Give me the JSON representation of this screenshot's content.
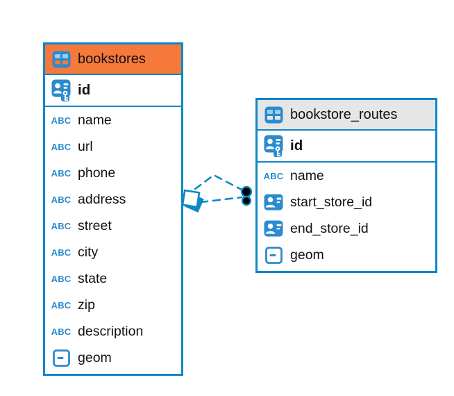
{
  "colors": {
    "accent_blue": "#0d87c7",
    "icon_blue": "#2b8bce",
    "bookstores_header": "#f5793b",
    "routes_header": "#e6e6e6",
    "canvas": "#ffffff",
    "text": "#111111",
    "relationship_dot_fill": "#000000"
  },
  "tables": [
    {
      "name": "bookstores",
      "header_style": "orange",
      "columns": [
        {
          "name": "id",
          "type_icon": "primary-key-icon",
          "primary": true
        },
        {
          "name": "name",
          "type_icon": "text-type-icon"
        },
        {
          "name": "url",
          "type_icon": "text-type-icon"
        },
        {
          "name": "phone",
          "type_icon": "text-type-icon"
        },
        {
          "name": "address",
          "type_icon": "text-type-icon"
        },
        {
          "name": "street",
          "type_icon": "text-type-icon"
        },
        {
          "name": "city",
          "type_icon": "text-type-icon"
        },
        {
          "name": "state",
          "type_icon": "text-type-icon"
        },
        {
          "name": "zip",
          "type_icon": "text-type-icon"
        },
        {
          "name": "description",
          "type_icon": "text-type-icon"
        },
        {
          "name": "geom",
          "type_icon": "geometry-type-icon"
        }
      ]
    },
    {
      "name": "bookstore_routes",
      "header_style": "gray",
      "columns": [
        {
          "name": "id",
          "type_icon": "primary-key-icon",
          "primary": true
        },
        {
          "name": "name",
          "type_icon": "text-type-icon"
        },
        {
          "name": "start_store_id",
          "type_icon": "ref-id-icon"
        },
        {
          "name": "end_store_id",
          "type_icon": "ref-id-icon"
        },
        {
          "name": "geom",
          "type_icon": "geometry-type-icon"
        }
      ]
    }
  ],
  "relationships": [
    {
      "from": "bookstores",
      "to": "bookstore_routes",
      "style": "dashed"
    },
    {
      "from": "bookstores",
      "to": "bookstore_routes",
      "style": "dashed"
    }
  ]
}
